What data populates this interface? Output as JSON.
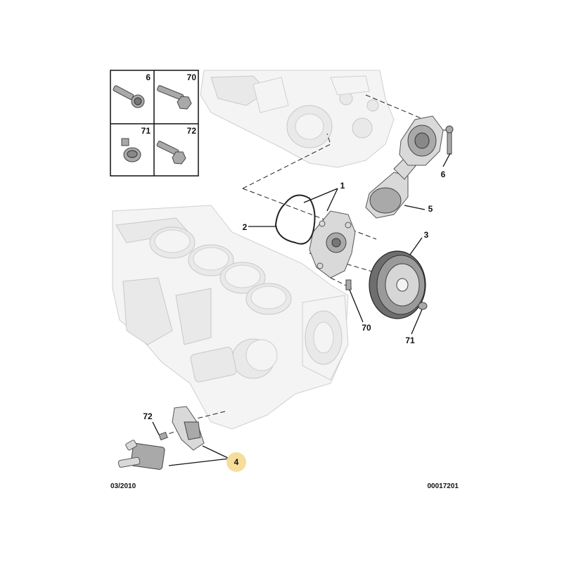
{
  "legend": {
    "cells": [
      {
        "ref": "6",
        "icon": "flange-bolt-icon"
      },
      {
        "ref": "70",
        "icon": "hex-bolt-icon"
      },
      {
        "ref": "71",
        "icon": "washer-bolt-icon"
      },
      {
        "ref": "72",
        "icon": "short-bolt-icon"
      }
    ]
  },
  "callouts": {
    "c1": "1",
    "c2": "2",
    "c3": "3",
    "c4": "4",
    "c5": "5",
    "c6": "6",
    "c70": "70",
    "c71": "71",
    "c72": "72"
  },
  "footer": {
    "date": "03/2010",
    "reference": "00017201"
  },
  "colors": {
    "highlight": "#f7dd9c",
    "line": "#111111",
    "ghost": "#d0d0d0"
  }
}
